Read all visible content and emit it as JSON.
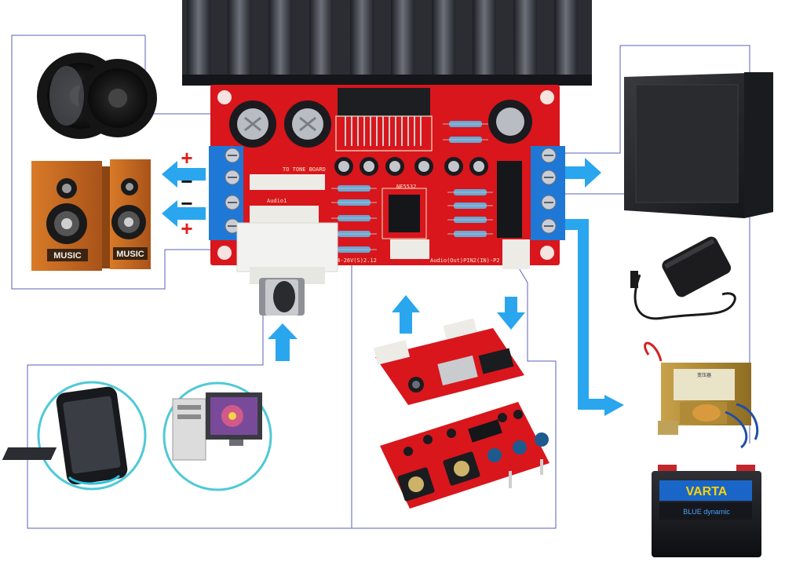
{
  "speaker_cabinets": [
    {
      "badge": "MUSIC"
    },
    {
      "badge": "MUSIC"
    }
  ],
  "board": {
    "silkscreen": [
      "TO TONE BOARD",
      "NE5532",
      "Audio1",
      "24-26V(S)2.12",
      "Audio(Out)PIN2(IN)-P2"
    ]
  },
  "battery": {
    "brand": "VARTA",
    "model": "BLUE dynamic"
  },
  "transformer": {
    "label": "变压器"
  },
  "colors": {
    "arrow": "#2aa6ef",
    "frame_line": "#5a62b8",
    "pcb_red": "#d8161c",
    "terminal_blue": "#1f78d6",
    "plus_sign": "#e0201c",
    "minus_sign": "#111111"
  },
  "signs": {
    "plus": "+",
    "minus": "−"
  }
}
